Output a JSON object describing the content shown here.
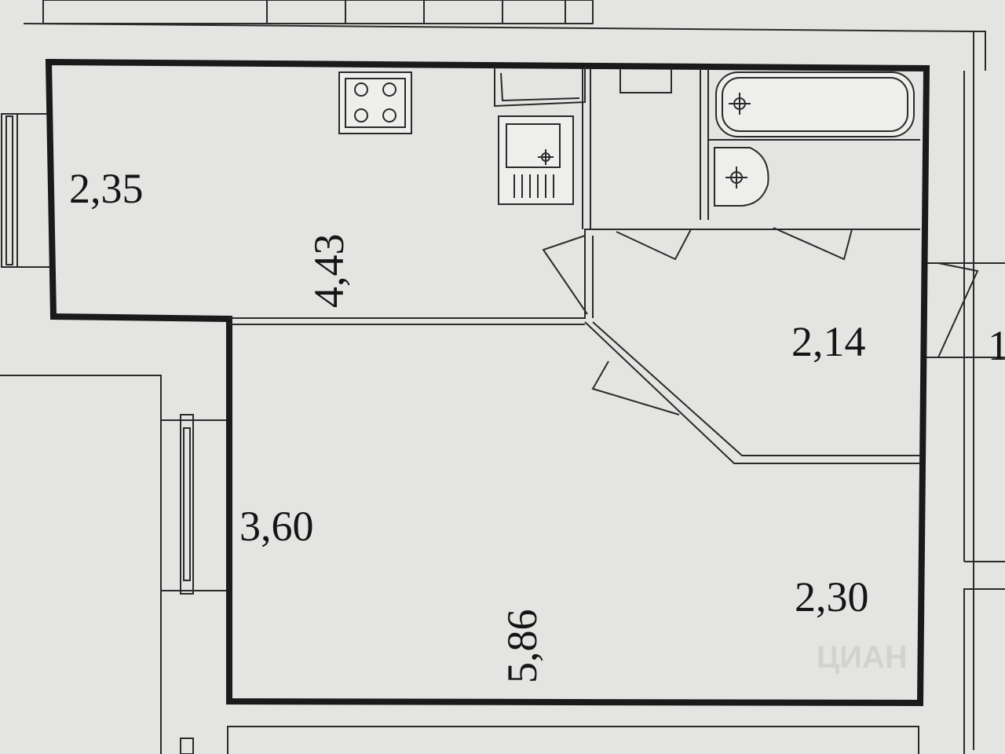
{
  "plan": {
    "dimensions": {
      "kitchen_width": "2,35",
      "kitchen_length": "4,43",
      "hall_width": "2,14",
      "room_width": "3,60",
      "room_length": "5,86",
      "room_depth": "2,30"
    },
    "edge_mark": "1",
    "watermark": "ЦИАН"
  }
}
